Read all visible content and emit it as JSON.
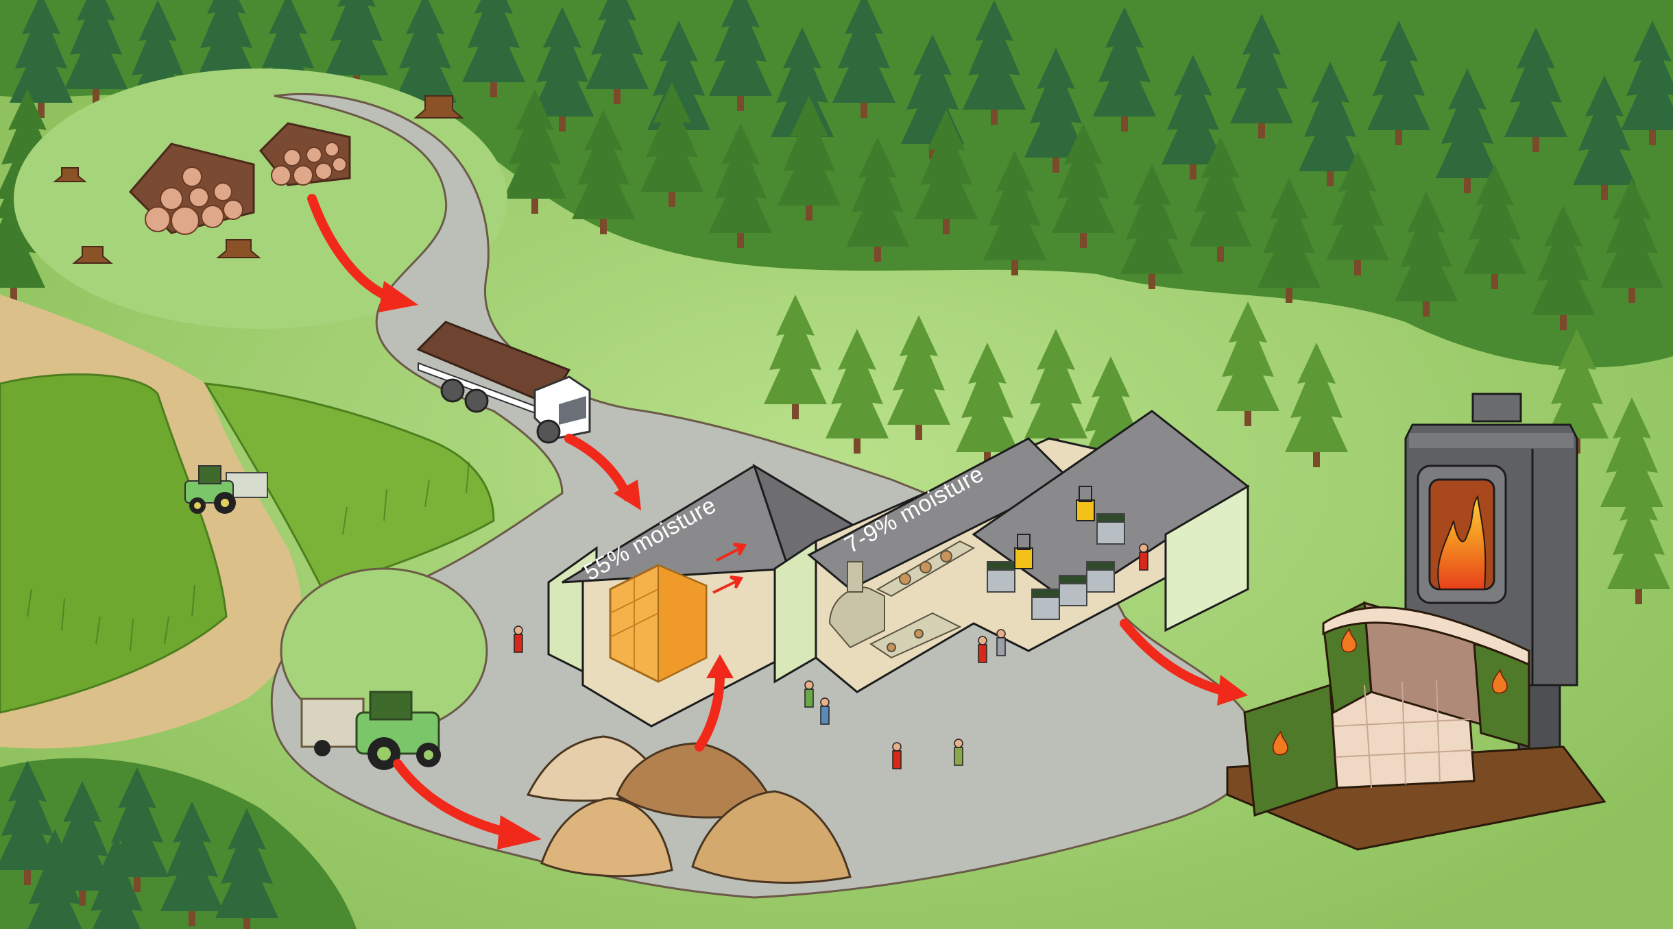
{
  "illustration": {
    "subject": "Wood briquette production process",
    "colors": {
      "forest_dark": "#2f5d3a",
      "forest_mid": "#4f8a34",
      "grass_light": "#a5d277",
      "grass_mid": "#8cc15c",
      "road": "#b9bdb6",
      "dirt_path": "#dcc08a",
      "arrow_red": "#f0291a",
      "roof_gray": "#8a8a8c",
      "building_wall": "#d8e8b8",
      "floor_beige": "#e8dcbc",
      "dryer_orange": "#f5b14a",
      "stove_gray": "#5f6063",
      "fire_orange": "#f0641e",
      "briquette_green": "#4f7a2a",
      "briquette_beige": "#efd8c4",
      "deck_brown": "#7a4a22"
    }
  },
  "stages": [
    {
      "id": "logs",
      "name": "Harvested log piles"
    },
    {
      "id": "truck",
      "name": "Log truck transport"
    },
    {
      "id": "fields",
      "name": "Energy crop fields with harvester tractor"
    },
    {
      "id": "tractor",
      "name": "Tractor with trailer delivering material"
    },
    {
      "id": "chips",
      "name": "Wood chip piles"
    },
    {
      "id": "dryer",
      "name": "Drying building",
      "label": "55% moisture"
    },
    {
      "id": "press",
      "name": "Pressing and packaging building",
      "label": "7-9% moisture"
    },
    {
      "id": "stove",
      "name": "Wood stove with briquettes"
    }
  ],
  "labels": {
    "dryer_moisture": "55% moisture",
    "press_moisture": "7-9% moisture"
  }
}
